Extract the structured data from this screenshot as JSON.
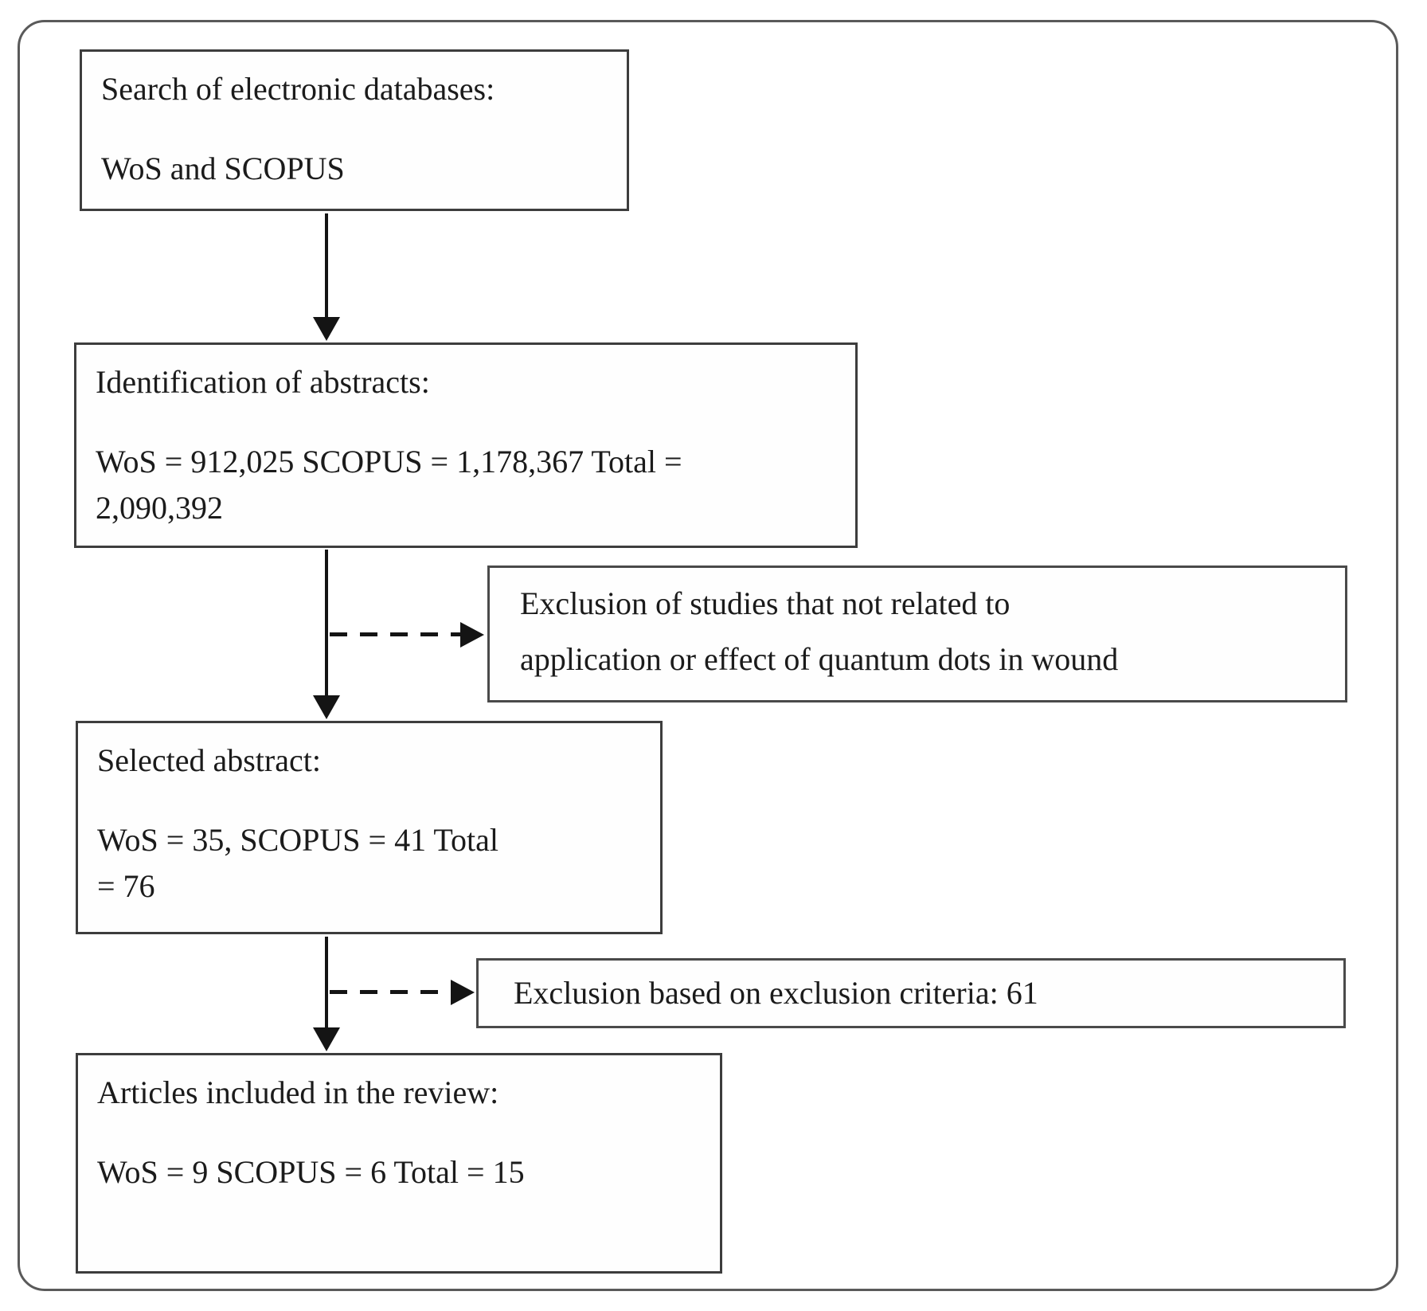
{
  "figure": {
    "kind": "literature-review-flow-diagram",
    "background_color": "#ffffff",
    "box_border_color": "#3d3d3d",
    "frame_border_color": "#5a5a5a",
    "arrow_color": "#141414",
    "nodes": {
      "search": {
        "title": "Search of electronic databases:",
        "detail": "WoS and SCOPUS"
      },
      "identification": {
        "title": "Identification of abstracts:",
        "detail_line1": "WoS = 912,025 SCOPUS = 1,178,367 Total =",
        "detail_line2": "2,090,392"
      },
      "exclusion1": {
        "line1": "Exclusion of studies that not related to",
        "line2": "application or effect of quantum dots in wound"
      },
      "selected": {
        "title": "Selected abstract:",
        "detail_line1": "WoS = 35, SCOPUS = 41 Total",
        "detail_line2": "= 76"
      },
      "exclusion2": {
        "text": "Exclusion based on exclusion criteria: 61"
      },
      "included": {
        "title": "Articles included in the review:",
        "detail": "WoS = 9 SCOPUS = 6 Total = 15"
      }
    }
  }
}
